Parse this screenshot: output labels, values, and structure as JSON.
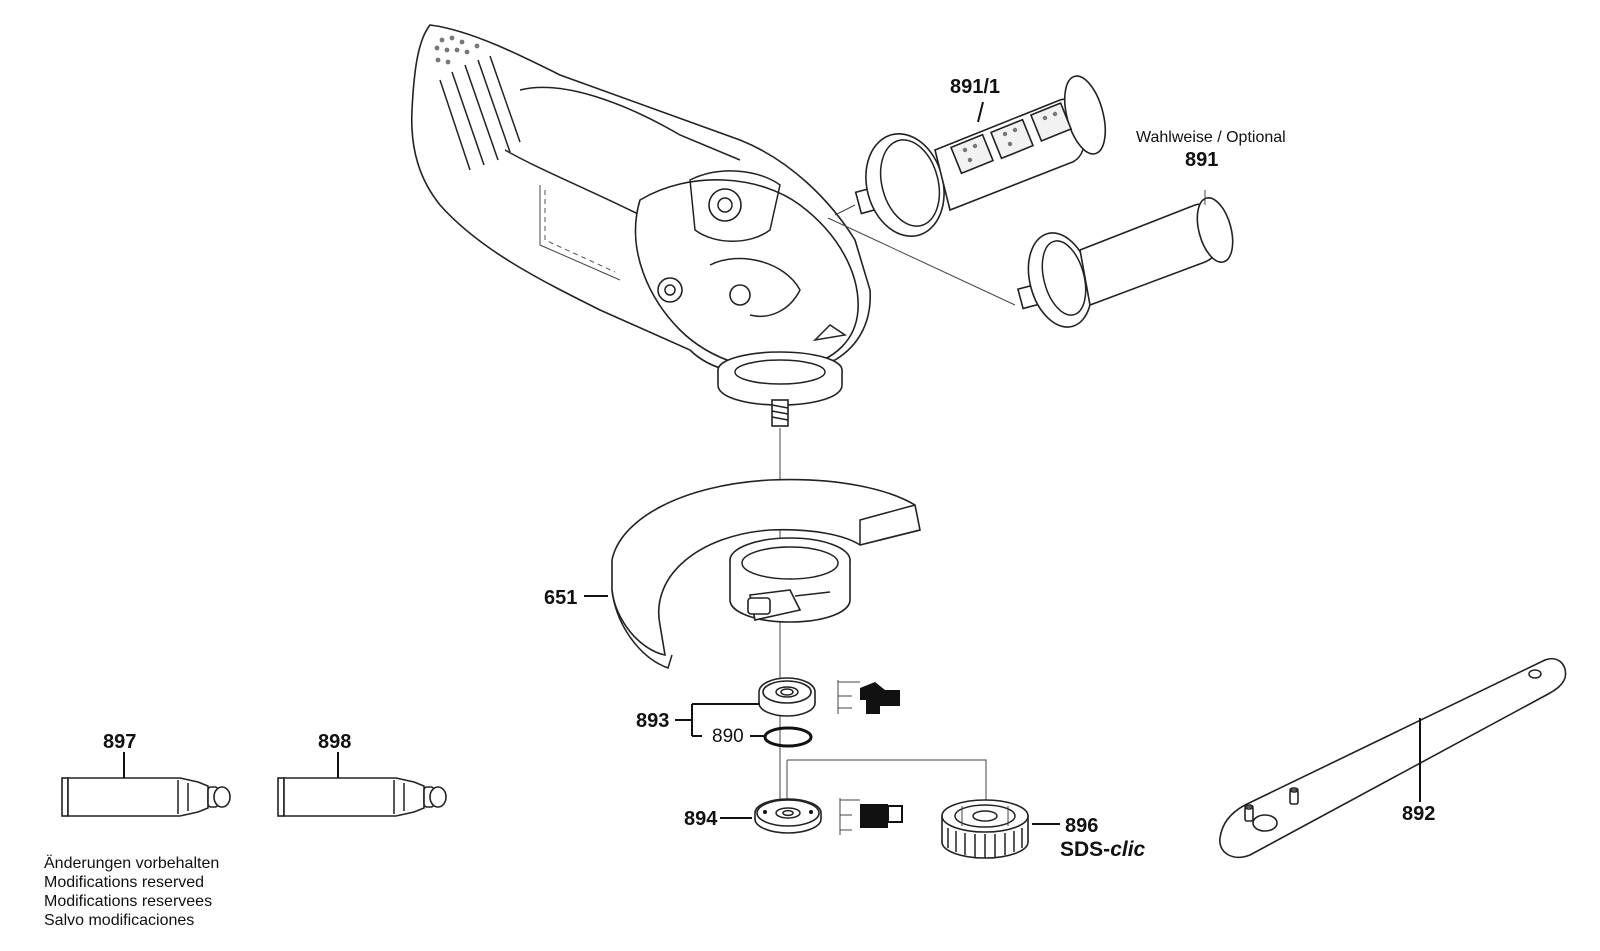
{
  "labels": {
    "p891_1": "891/1",
    "optional": "Wahlweise / Optional",
    "p891": "891",
    "p651": "651",
    "p893": "893",
    "p890": "890",
    "p894": "894",
    "p896": "896",
    "sds_prefix": "SDS-",
    "sds_clic": "clic",
    "p892": "892",
    "p897": "897",
    "p898": "898"
  },
  "notes": [
    "Änderungen vorbehalten",
    "Modifications reserved",
    "Modifications reservees",
    "Salvo modificaciones"
  ]
}
